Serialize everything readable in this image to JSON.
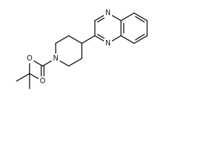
{
  "molecule": {
    "atom_labels": {
      "n_quinox_top": "N",
      "n_quinox_bottom": "N",
      "n_piperidine": "N",
      "o_carbonyl": "O",
      "o_ester": "O"
    },
    "colors": {
      "bond": "#1a1a1a",
      "label": "#1a1a1a",
      "background": "#ffffff"
    }
  }
}
